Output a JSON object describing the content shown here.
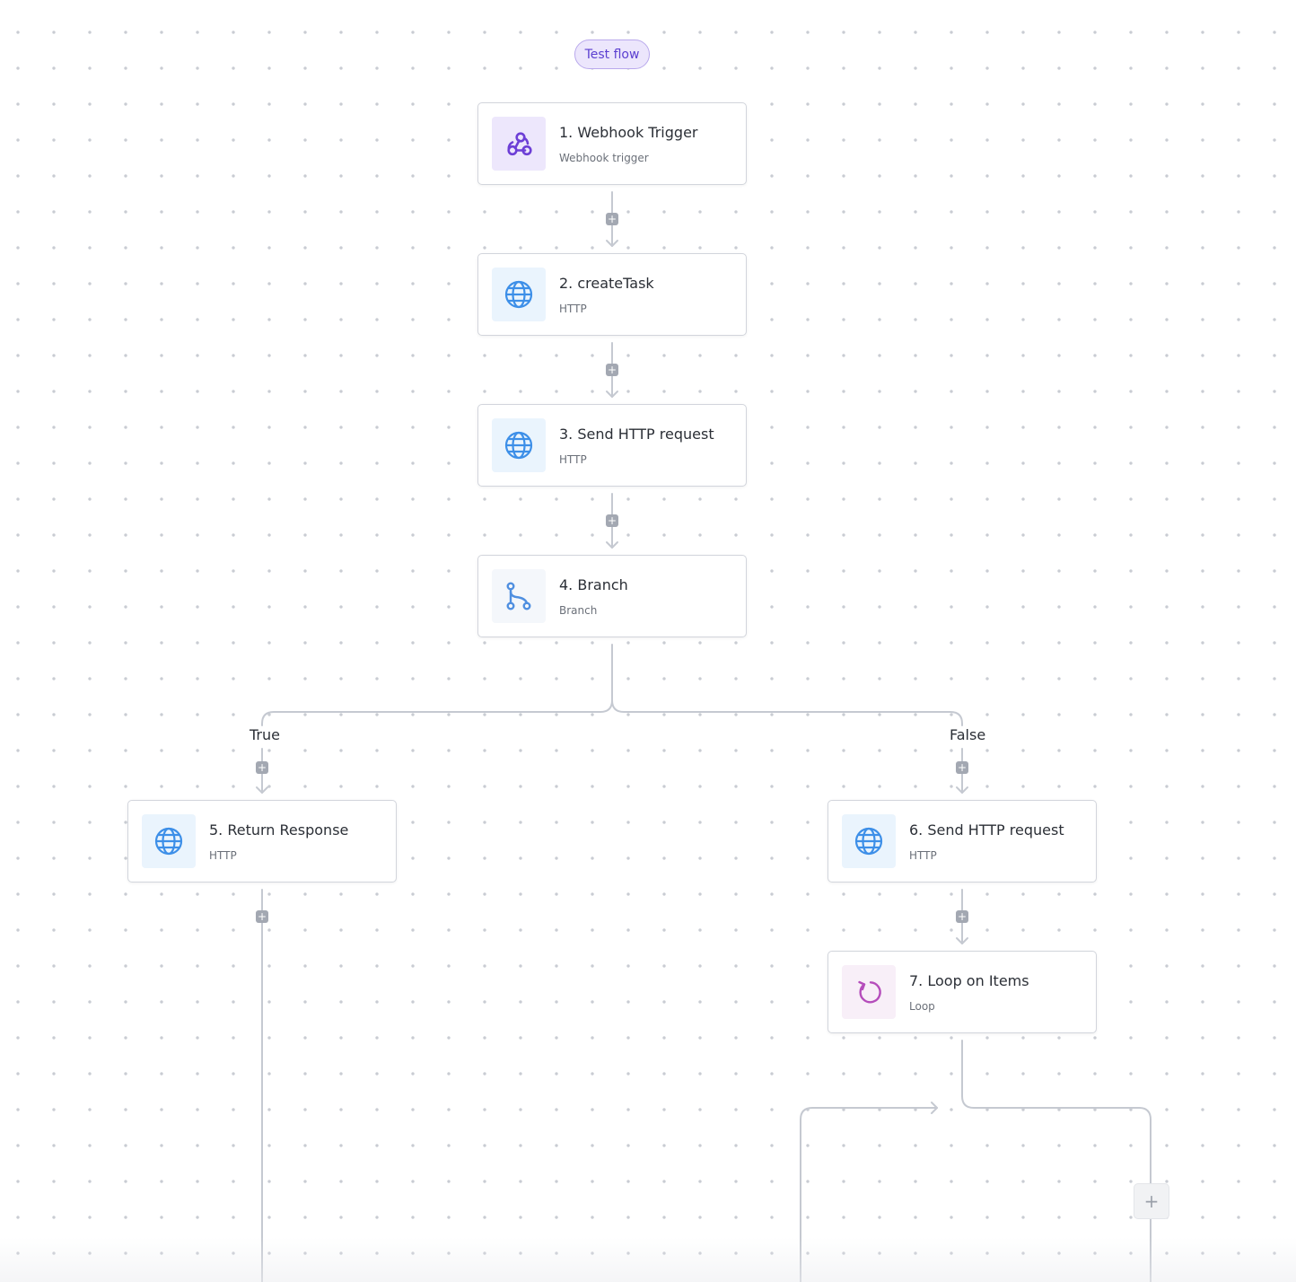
{
  "toolbar": {
    "test_flow_label": "Test flow"
  },
  "steps": [
    {
      "title": "1. Webhook Trigger",
      "subtitle": "Webhook trigger",
      "icon": "webhook-icon"
    },
    {
      "title": "2. createTask",
      "subtitle": "HTTP",
      "icon": "globe-icon"
    },
    {
      "title": "3. Send HTTP request",
      "subtitle": "HTTP",
      "icon": "globe-icon"
    },
    {
      "title": "4. Branch",
      "subtitle": "Branch",
      "icon": "branch-icon"
    },
    {
      "title": "5. Return Response",
      "subtitle": "HTTP",
      "icon": "globe-icon"
    },
    {
      "title": "6. Send HTTP request",
      "subtitle": "HTTP",
      "icon": "globe-icon"
    },
    {
      "title": "7. Loop on Items",
      "subtitle": "Loop",
      "icon": "loop-icon"
    }
  ],
  "branches": {
    "true_label": "True",
    "false_label": "False"
  },
  "colors": {
    "accent": "#5b3fd0",
    "webhook_icon": "#6d3fd6",
    "webhook_bg": "#ede7fc",
    "http_icon": "#3d8fe8",
    "http_bg": "#eaf4fd",
    "branch_icon": "#4f8fe0",
    "branch_bg": "#f4f7fb",
    "loop_icon": "#b54dbb",
    "loop_bg": "#f8eff8",
    "edge": "#c5c9d1",
    "add_button": "#a3a8b2"
  }
}
